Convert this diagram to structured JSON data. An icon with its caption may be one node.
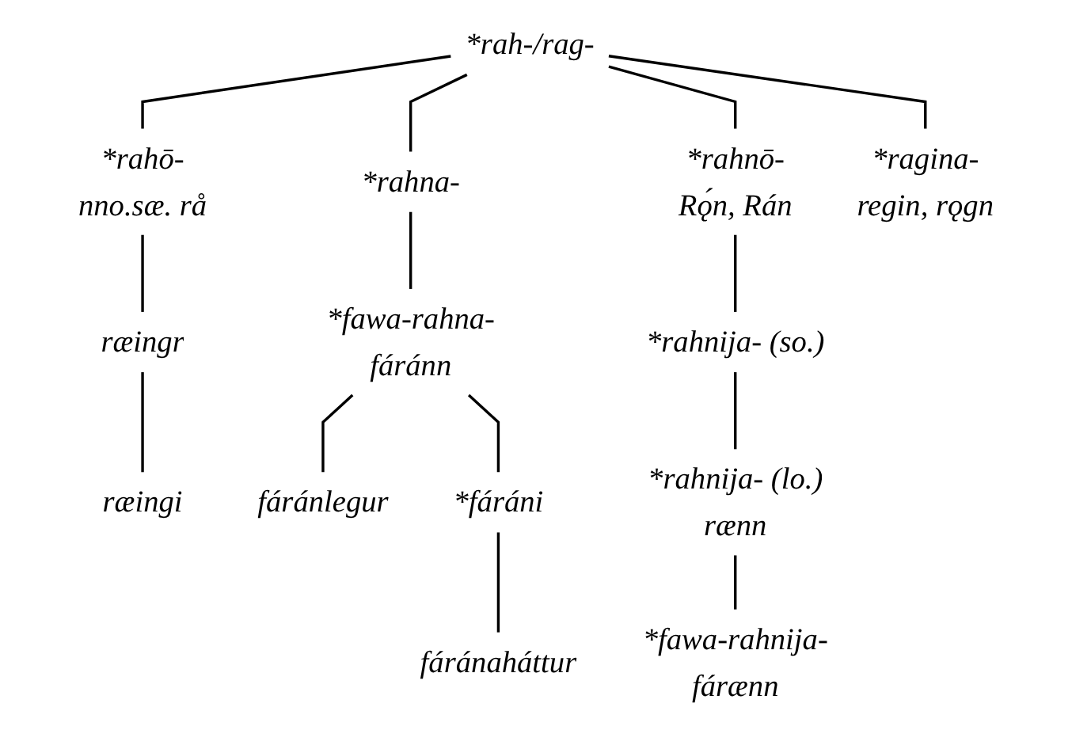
{
  "diagram": {
    "nodes": [
      {
        "text": [
          "*rah-/rag-"
        ]
      },
      {
        "text": [
          "*rahō-",
          "nno.sæ. rå"
        ]
      },
      {
        "text": [
          "*rahna-"
        ]
      },
      {
        "text": [
          "*rahnō-",
          "Rǫ́n, Rán"
        ]
      },
      {
        "text": [
          "*ragina-",
          "regin, rǫgn"
        ]
      },
      {
        "text": [
          "ræingr"
        ]
      },
      {
        "text": [
          "ræingi"
        ]
      },
      {
        "text": [
          "*fawa-rahna-",
          "fáránn"
        ]
      },
      {
        "text": [
          "fáránlegur"
        ]
      },
      {
        "text": [
          "*fáráni"
        ]
      },
      {
        "text": [
          "fáránaháttur"
        ]
      },
      {
        "text": [
          "*rahnija- (so.)"
        ]
      },
      {
        "text": [
          "*rahnija- (lo.)",
          "rænn"
        ]
      },
      {
        "text": [
          "*fawa-rahnija-",
          "fárænn"
        ]
      }
    ],
    "edges": [
      {
        "from": 0,
        "to": 1,
        "arrow": "none"
      },
      {
        "from": 0,
        "to": 2,
        "arrow": "none"
      },
      {
        "from": 0,
        "to": 3,
        "arrow": "none"
      },
      {
        "from": 0,
        "to": 4,
        "arrow": "none"
      },
      {
        "from": 1,
        "to": 5,
        "arrow": "none"
      },
      {
        "from": 5,
        "to": 6,
        "arrow": "none"
      },
      {
        "from": 2,
        "to": 7,
        "arrow": "none"
      },
      {
        "from": 7,
        "to": 8,
        "arrow": "none"
      },
      {
        "from": 7,
        "to": 9,
        "arrow": "none"
      },
      {
        "from": 9,
        "to": 10,
        "arrow": "none"
      },
      {
        "from": 3,
        "to": 11,
        "arrow": "none"
      },
      {
        "from": 11,
        "to": 12,
        "arrow": "none"
      },
      {
        "from": 12,
        "to": 13,
        "arrow": "none"
      }
    ]
  }
}
